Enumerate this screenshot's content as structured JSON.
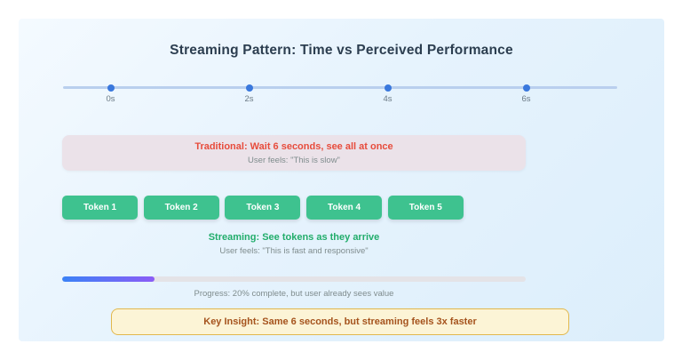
{
  "title": "Streaming Pattern: Time vs Perceived Performance",
  "timeline": {
    "ticks": [
      {
        "label": "0s"
      },
      {
        "label": "2s"
      },
      {
        "label": "4s"
      },
      {
        "label": "6s"
      }
    ]
  },
  "traditional": {
    "heading": "Traditional: Wait 6 seconds, see all at once",
    "subtext": "User feels: \"This is slow\""
  },
  "tokens": [
    {
      "label": "Token 1"
    },
    {
      "label": "Token 2"
    },
    {
      "label": "Token 3"
    },
    {
      "label": "Token 4"
    },
    {
      "label": "Token 5"
    }
  ],
  "streaming": {
    "heading": "Streaming: See tokens as they arrive",
    "subtext": "User feels: \"This is fast and responsive\""
  },
  "progress": {
    "percent": 20,
    "caption": "Progress: 20% complete, but user already sees value"
  },
  "insight": {
    "text": "Key Insight: Same 6 seconds, but streaming feels 3x faster"
  },
  "colors": {
    "card_background_start": "#f4faff",
    "card_background_end": "#dceefb",
    "title_text": "#2c3e50",
    "timeline_line": "#b9cfee",
    "timeline_dot": "#3a78dd",
    "traditional_background": "#ebe2e9",
    "traditional_heading": "#e74c3c",
    "muted_text": "#7f8c8d",
    "token_background": "#3ec28f",
    "token_text": "#ffffff",
    "streaming_heading": "#22ad6b",
    "progress_track": "#e4e3e7",
    "progress_fill_start": "#3b82f6",
    "progress_fill_end": "#8b5cf6",
    "insight_background": "#fcf4d6",
    "insight_border": "#e2b84d",
    "insight_text": "#a5531d"
  }
}
